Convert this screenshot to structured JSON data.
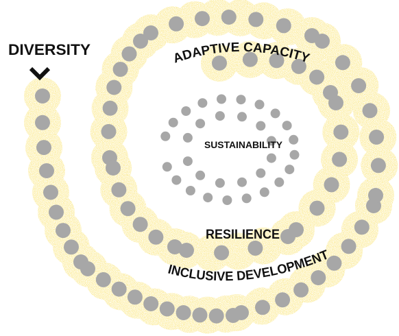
{
  "diagram": {
    "labels": {
      "diversity": "DIVERSITY",
      "adaptive_capacity": "ADAPTIVE CAPACITY",
      "sustainability": "SUSTAINABILITY",
      "resilience": "RESILIENCE",
      "inclusive_development": "INCLUSIVE DEVELOPMENT"
    },
    "icons": {
      "pointer": "chevron-down-icon"
    },
    "colors": {
      "dot": "#a7a7a7",
      "glow": "#f2c51f",
      "glow_dark": "#c99a05",
      "text": "#111111",
      "background": "#ffffff"
    }
  }
}
